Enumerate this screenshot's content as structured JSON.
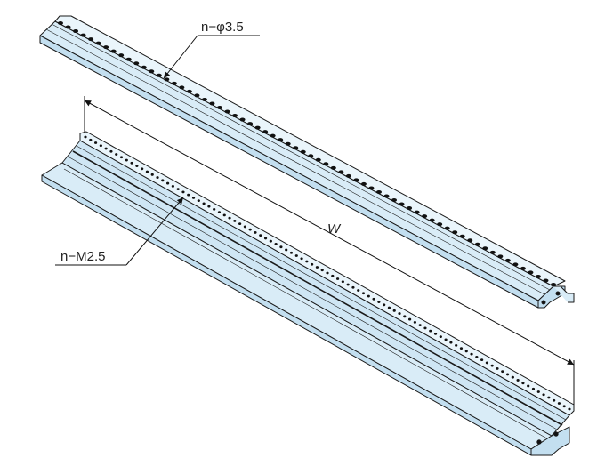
{
  "labels": {
    "top_rail_holes": "n−φ3.5",
    "bottom_rail_taps": "n−M2.5",
    "width_dimension": "W"
  },
  "colors": {
    "rail_face": "#d9ecf7",
    "rail_light": "#eaf5fb",
    "rail_shade": "#c3dff0",
    "outline": "#1a1a1a"
  }
}
